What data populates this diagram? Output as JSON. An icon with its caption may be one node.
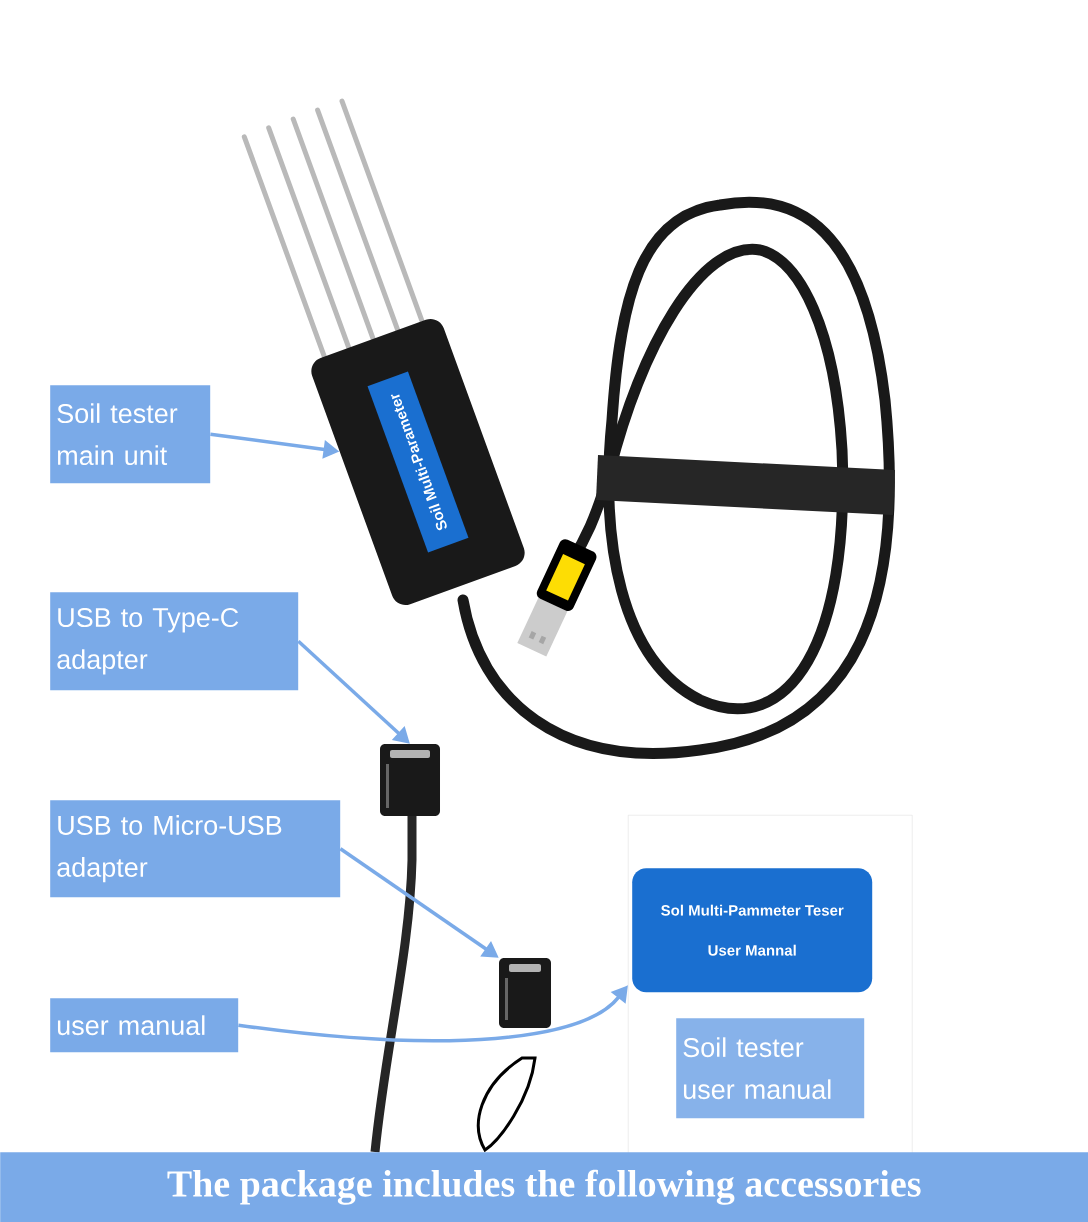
{
  "diagram": {
    "caption": "The package includes the following accessories",
    "nodes": [
      {
        "text": [
          "Soil tester main unit"
        ]
      },
      {
        "text": [
          "USB to Type-C adapter"
        ]
      },
      {
        "text": [
          "USB to Micro-USB adapter"
        ]
      },
      {
        "text": [
          "user manual"
        ]
      },
      {
        "text": [
          "Soil Multi-Parameter"
        ]
      },
      {
        "text": [],
        "shape": "picture"
      },
      {
        "text": [],
        "shape": "picture"
      },
      {
        "text": [
          "Sol Multi-Pammeter Teser",
          "User Mannal"
        ]
      },
      {
        "text": [
          "Soil tester user manual"
        ],
        "in": 7
      }
    ],
    "edges": [
      {
        "from": 0,
        "to": 4,
        "arrow": "to"
      },
      {
        "from": 1,
        "to": 5,
        "arrow": "to"
      },
      {
        "from": 2,
        "to": 6,
        "arrow": "to"
      },
      {
        "from": 3,
        "to": 7,
        "arrow": "to"
      }
    ]
  }
}
